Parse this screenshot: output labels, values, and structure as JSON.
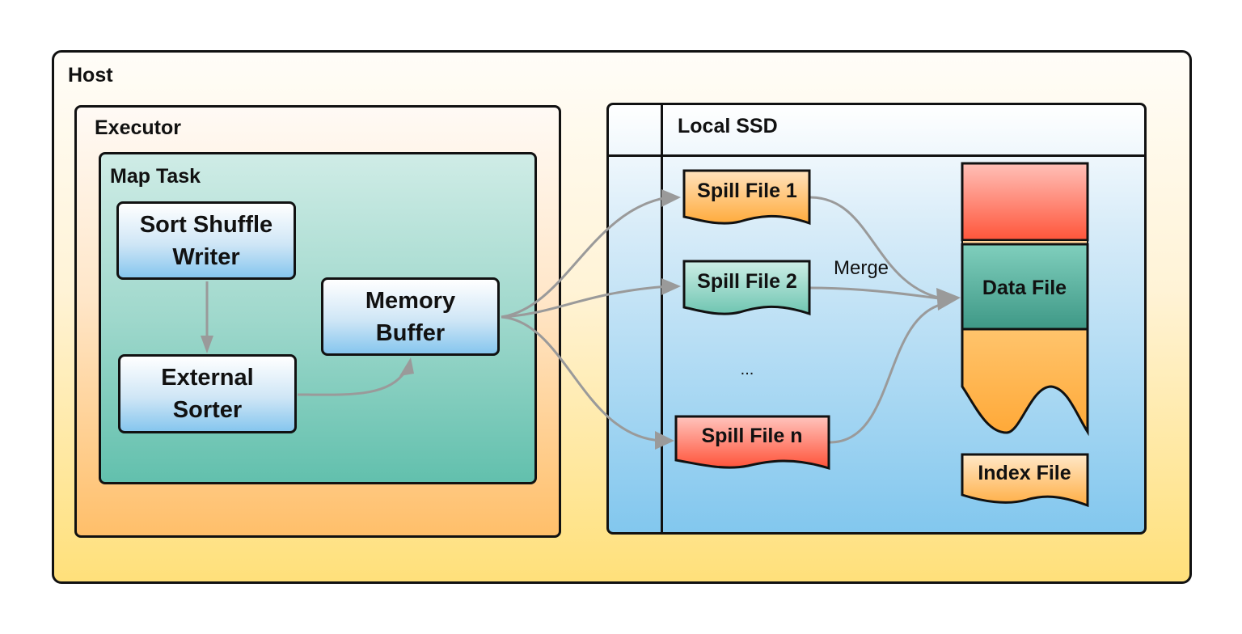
{
  "host": {
    "label": "Host"
  },
  "executor": {
    "label": "Executor"
  },
  "map_task": {
    "label": "Map Task",
    "components": {
      "sort_shuffle_writer": "Sort Shuffle Writer",
      "external_sorter": "External Sorter",
      "memory_buffer": "Memory Buffer"
    }
  },
  "local_ssd": {
    "label": "Local SSD",
    "spill_files": [
      "Spill File 1",
      "Spill File 2",
      "Spill File n"
    ],
    "ellipsis": "...",
    "merge_label": "Merge",
    "data_file": "Data File",
    "index_file": "Index File"
  },
  "colors": {
    "arrow": "#9a9a9a",
    "spill_orange": "#ffb04a",
    "spill_teal": "#5fbfa9",
    "spill_red": "#ff5a45",
    "data_red": "#ff5a45",
    "data_teal": "#3a9784",
    "data_orange": "#ffb040"
  }
}
